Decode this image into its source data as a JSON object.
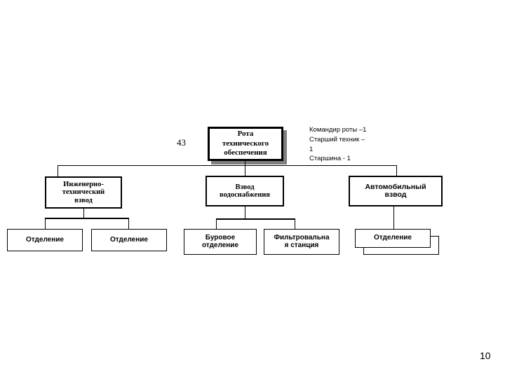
{
  "slide": {
    "index_label": "43",
    "page_number": "10"
  },
  "annotation": {
    "text": "Командир роты –1\nСтарший техник –\n1\nСтаршина - 1"
  },
  "org_chart": {
    "root": {
      "label": "Рота\nтехнического\nобеспечения"
    },
    "level2": [
      {
        "label": "Инженерно-\nтехнический\nвзвод"
      },
      {
        "label": "Взвод\nводоснабжения"
      },
      {
        "label": "Автомобильный\nвзвод"
      }
    ],
    "level3": [
      {
        "label": "Отделение"
      },
      {
        "label": "Отделение"
      },
      {
        "label": "Буровое\nотделение"
      },
      {
        "label": "Фильтровальна\nя станция"
      },
      {
        "label": "Отделение"
      },
      {
        "label": ""
      }
    ]
  },
  "colors": {
    "line": "#000000",
    "shadow": "#808080",
    "background": "#ffffff"
  }
}
